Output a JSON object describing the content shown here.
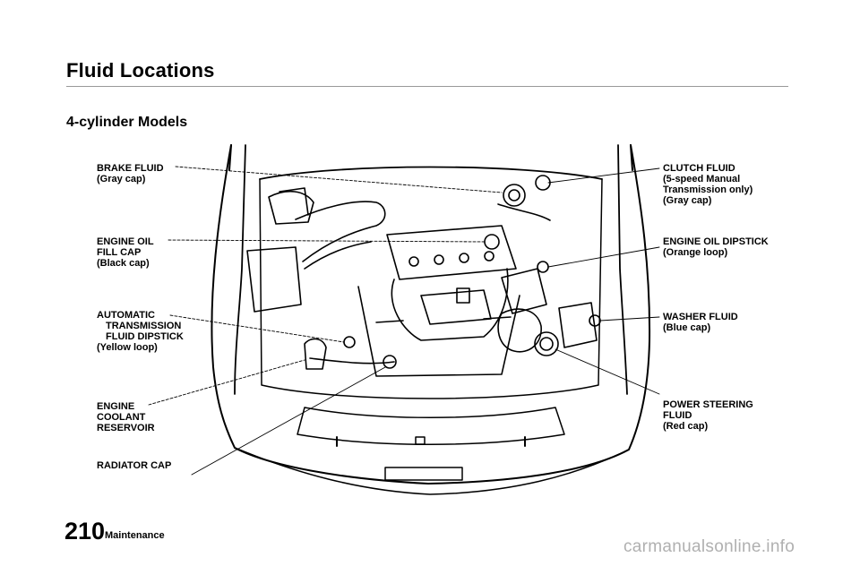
{
  "header": {
    "title": "Fluid Locations",
    "subtitle": "4-cylinder Models"
  },
  "callouts": [
    {
      "id": "brake-fluid",
      "lines": [
        "BRAKE FLUID",
        "(Gray cap)"
      ]
    },
    {
      "id": "engine-oil-fill-cap",
      "lines": [
        "ENGINE OIL",
        "FILL CAP",
        "(Black cap)"
      ]
    },
    {
      "id": "automatic-transmission-fluid-dipstick",
      "lines": [
        "AUTOMATIC",
        "TRANSMISSION",
        "FLUID DIPSTICK",
        "(Yellow loop)"
      ]
    },
    {
      "id": "engine-coolant-reservoir",
      "lines": [
        "ENGINE",
        "COOLANT",
        "RESERVOIR"
      ]
    },
    {
      "id": "radiator-cap",
      "lines": [
        "RADIATOR CAP"
      ]
    },
    {
      "id": "clutch-fluid",
      "lines": [
        "CLUTCH FLUID",
        "(5-speed Manual",
        "Transmission only)",
        "(Gray cap)"
      ]
    },
    {
      "id": "engine-oil-dipstick",
      "lines": [
        "ENGINE OIL DIPSTICK",
        "(Orange loop)"
      ]
    },
    {
      "id": "washer-fluid",
      "lines": [
        "WASHER FLUID",
        "(Blue cap)"
      ]
    },
    {
      "id": "power-steering-fluid",
      "lines": [
        "POWER STEERING",
        "FLUID",
        "(Red cap)"
      ]
    }
  ],
  "footer": {
    "page_number": "210",
    "section": "Maintenance",
    "watermark": "carmanualsonline.info"
  }
}
